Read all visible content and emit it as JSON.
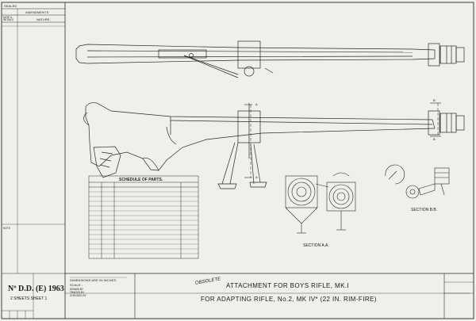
{
  "revision_block": {
    "sealed": "SEALED",
    "amendments": "AMENDMENTS",
    "date_header": "DATE &\nINITIALS",
    "nature_header": "NATURE."
  },
  "notes_block": {
    "note": "NOTE"
  },
  "drawing_number": {
    "number": "Nº D.D. (E) 1963",
    "sheets": "2 SHEETS   SHEET 1"
  },
  "dimensions_block": {
    "dimensions": "DIMENSIONS ARE IN INCHES.",
    "scale": "SCALE -",
    "drawn_by": "DRAWN BY",
    "traced_by": "TRACED BY",
    "checked_by": "CHECKED BY"
  },
  "schedule": {
    "title": "SCHEDULE  OF  PARTS."
  },
  "sections": {
    "section_aa": "SECTION A.A.",
    "section_bb": "SECTION B.B.",
    "label_a": "A",
    "label_b": "B"
  },
  "title_block": {
    "stamp": "OBSOLETE",
    "line1": "ATTACHMENT FOR BOYS RIFLE, MK.I",
    "line2": "FOR ADAPTING RIFLE, No.2, MK IV* (22 IN. RIM-FIRE)"
  }
}
